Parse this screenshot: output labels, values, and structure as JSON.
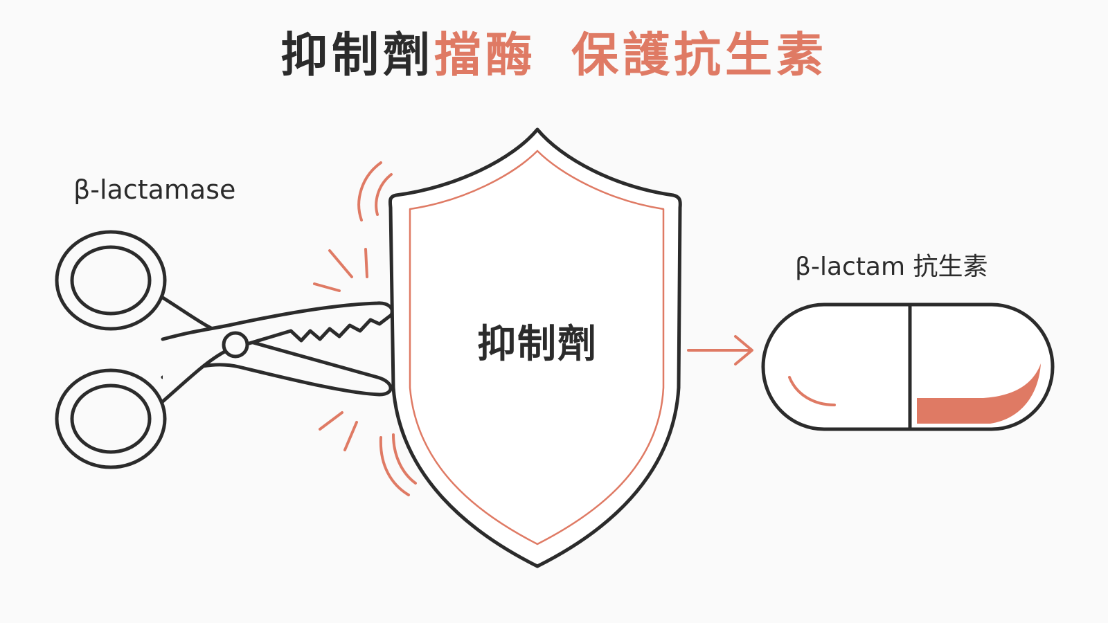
{
  "title": {
    "part1": "抑制劑",
    "part2": "擋酶",
    "part3": "保護抗生素"
  },
  "labels": {
    "enzyme": "β-lactamase",
    "shield": "抑制劑",
    "antibiotic": "β-lactam 抗生素"
  },
  "colors": {
    "ink": "#2b2b2b",
    "accent": "#df7a64",
    "background": "#fafafa"
  },
  "icons": [
    "scissors-icon",
    "shield-icon",
    "arrow-right-icon",
    "capsule-icon"
  ]
}
